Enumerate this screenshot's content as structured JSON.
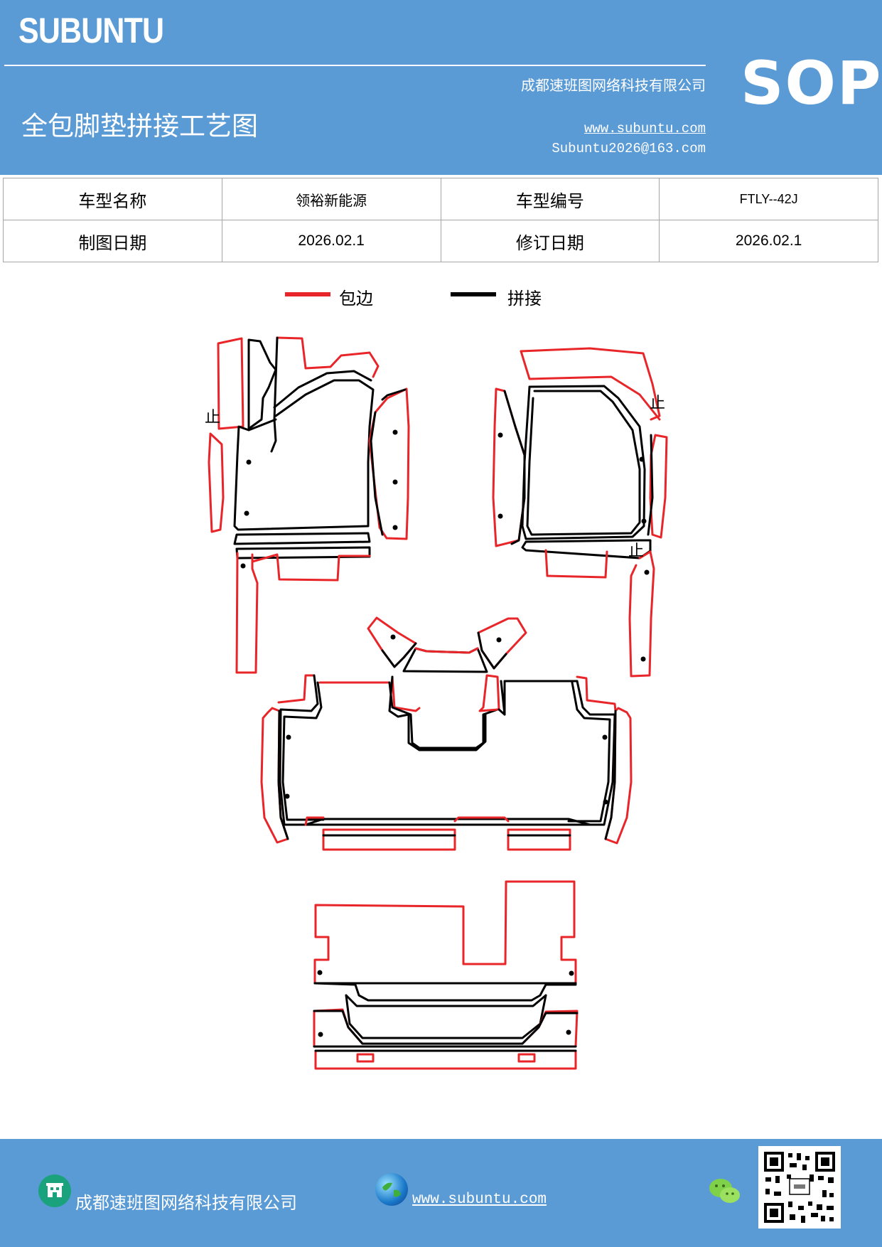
{
  "header": {
    "brand": "SUBUNTU",
    "company": "成都速班图网络科技有限公司",
    "title": "全包脚垫拼接工艺图",
    "website": "www.subuntu.com",
    "email": "Subuntu2026@163.com",
    "badge": "SOP"
  },
  "info_table": {
    "row1": {
      "label1": "车型名称",
      "value1": "领裕新能源",
      "label2": "车型编号",
      "value2": "FTLY--42J"
    },
    "row2": {
      "label1": "制图日期",
      "value1": "2026.02.1",
      "label2": "修订日期",
      "value2": "2026.02.1"
    }
  },
  "legend": {
    "items": [
      {
        "label": "包边",
        "color": "#e8262a"
      },
      {
        "label": "拼接",
        "color": "#000000"
      }
    ]
  },
  "diagram": {
    "stop_marks": [
      "止",
      "止",
      "止"
    ]
  },
  "footer": {
    "company": "成都速班图网络科技有限公司",
    "website": "www.subuntu.com",
    "icons": [
      "building-icon",
      "globe-icon",
      "wechat-icon",
      "qr-code"
    ]
  }
}
